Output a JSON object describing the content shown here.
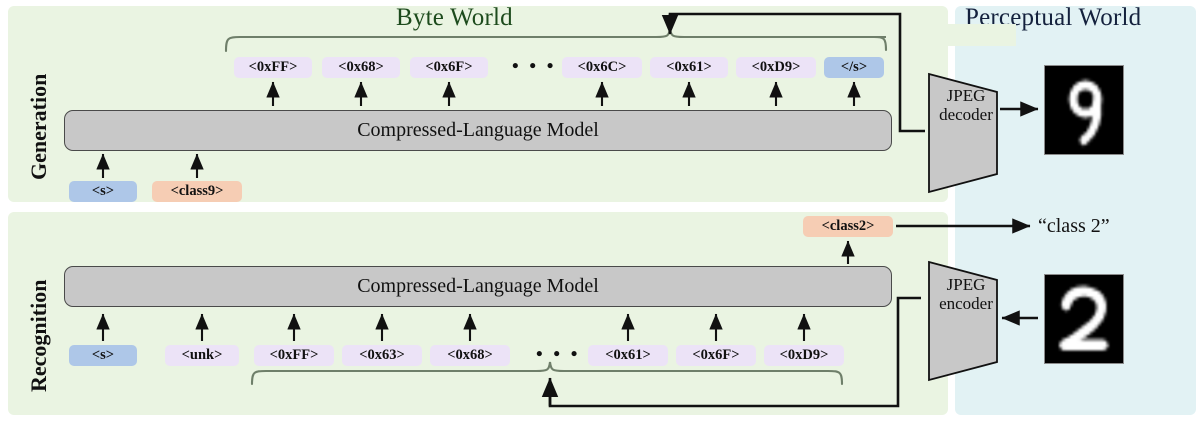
{
  "worlds": {
    "byte": "Byte World",
    "perceptual": "Perceptual World"
  },
  "rows": {
    "generation": {
      "label": "Generation",
      "model_label": "Compressed-Language Model",
      "input_tokens": [
        "<s>",
        "<class9>"
      ],
      "output_tokens": [
        "<0xFF>",
        "<0x68>",
        "<0x6F>",
        "<0x6C>",
        "<0x61>",
        "<0xD9>",
        "</s>"
      ],
      "ellipsis": "• • •",
      "codec_label_line1": "JPEG",
      "codec_label_line2": "decoder",
      "image_digit": "9"
    },
    "recognition": {
      "label": "Recognition",
      "model_label": "Compressed-Language Model",
      "input_tokens": [
        "<s>",
        "<unk>",
        "<0xFF>",
        "<0x63>",
        "<0x68>",
        "<0x61>",
        "<0x6F>",
        "<0xD9>"
      ],
      "ellipsis": "• • •",
      "output_token": "<class2>",
      "result_text": "“class 2”",
      "codec_label_line1": "JPEG",
      "codec_label_line2": "encoder",
      "image_digit": "2"
    }
  },
  "colors": {
    "panel_green": "#eaf4e2",
    "panel_blue": "#e2f2f4",
    "byte_title": "#1d4b1d",
    "perceptual_title": "#14213d",
    "token_byte": "#ece3f7",
    "token_special_blue": "#aec7e8",
    "token_class": "#f6cdb4",
    "model_box": "#c8c8c8",
    "codec_box": "#c8c8c8",
    "brace_stroke": "#6f7f6a",
    "arrow_stroke": "#111111"
  }
}
